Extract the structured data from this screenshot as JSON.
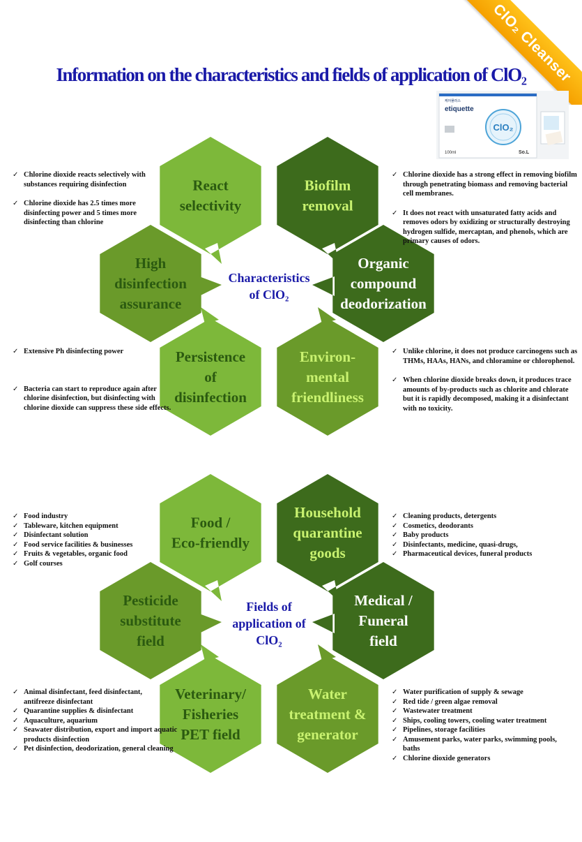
{
  "title": "Information on the characteristics and fields of application of ClO₂",
  "corner_badge": "ClO₂ Cleanser",
  "product_image": {
    "brand_small": "케어플러스",
    "brand": "etiquette",
    "label": "ClO₂",
    "volume": "100ml",
    "logo": "So.L"
  },
  "colors": {
    "hex_light": "#7db83a",
    "hex_dark": "#3d6b1c",
    "hex_mid": "#6a9a2a",
    "text_white": "#ffffff",
    "text_light_green": "#c9f270",
    "text_dark_green": "#2b5a10",
    "title_blue": "#1a1aa8",
    "badge_orange": "#f5a000"
  },
  "characteristics": {
    "center": [
      "Characteristics",
      "of ClO₂"
    ],
    "hexes": [
      {
        "lines": [
          "React",
          "selectivity"
        ]
      },
      {
        "lines": [
          "Biofilm",
          "removal"
        ]
      },
      {
        "lines": [
          "Organic",
          "compound",
          "deodorization"
        ]
      },
      {
        "lines": [
          "Environ-",
          "mental",
          "friendliness"
        ]
      },
      {
        "lines": [
          "Persistence",
          "of",
          "disinfection"
        ]
      },
      {
        "lines": [
          "High",
          "disinfection",
          "assurance"
        ]
      }
    ],
    "notes": {
      "top_left": [
        "Chlorine dioxide reacts selectively with substances requiring disinfection",
        "Chlorine dioxide has 2.5 times more disinfecting power and 5 times more disinfecting than chlorine"
      ],
      "top_right": [
        "Chlorine dioxide has a strong effect in removing biofilm through penetrating biomass and removing bacterial cell membranes.",
        "It does not react with unsaturated fatty acids and removes odors by oxidizing or structurally destroying hydrogen sulfide, mercaptan, and phenols, which are primary causes of odors."
      ],
      "bottom_left": [
        "Extensive Ph disinfecting power",
        "Bacteria can start to reproduce again after chlorine disinfection, but disinfecting with chlorine dioxide can suppress these  side effects."
      ],
      "bottom_right": [
        "Unlike chlorine, it does not produce carcinogens such as THMs, HAAs, HANs, and chloramine or chlorophenol.",
        "When chlorine dioxide breaks down, it produces trace amounts of by-products such as chlorite and chlorate but it is rapidly decomposed, making it a disinfectant with no toxicity."
      ]
    }
  },
  "applications": {
    "center": [
      "Fields of",
      "application of",
      "ClO₂"
    ],
    "hexes": [
      {
        "lines": [
          "Food /",
          "Eco-friendly"
        ]
      },
      {
        "lines": [
          "Household",
          "quarantine",
          "goods"
        ]
      },
      {
        "lines": [
          "Medical /",
          "Funeral",
          "field"
        ]
      },
      {
        "lines": [
          "Water",
          "treatment &",
          "generator"
        ]
      },
      {
        "lines": [
          "Veterinary/",
          "Fisheries",
          "PET field"
        ]
      },
      {
        "lines": [
          "Pesticide",
          "substitute",
          "field"
        ]
      }
    ],
    "notes": {
      "top_left": [
        "Food industry",
        "Tableware, kitchen equipment",
        "Disinfectant solution",
        "Food service facilities & businesses",
        "Fruits & vegetables, organic food",
        "Golf courses"
      ],
      "top_right": [
        "Cleaning products, detergents",
        "Cosmetics, deodorants",
        "Baby products",
        "Disinfectants, medicine, quasi-drugs,",
        "Pharmaceutical devices, funeral products"
      ],
      "bottom_left": [
        "Animal disinfectant, feed disinfectant, antifreeze disinfectant",
        "Quarantine supplies & disinfectant",
        "Aquaculture, aquarium",
        "Seawater distribution, export and import aquatic products disinfection",
        "Pet disinfection, deodorization, general cleaning"
      ],
      "bottom_right": [
        "Water purification of supply & sewage",
        "Red tide / green algae removal",
        "Wastewater treatment",
        "Ships, cooling towers, cooling water treatment",
        "Pipelines, storage facilities",
        "Amusement parks, water parks, swimming pools, baths",
        "Chlorine dioxide generators"
      ]
    }
  }
}
